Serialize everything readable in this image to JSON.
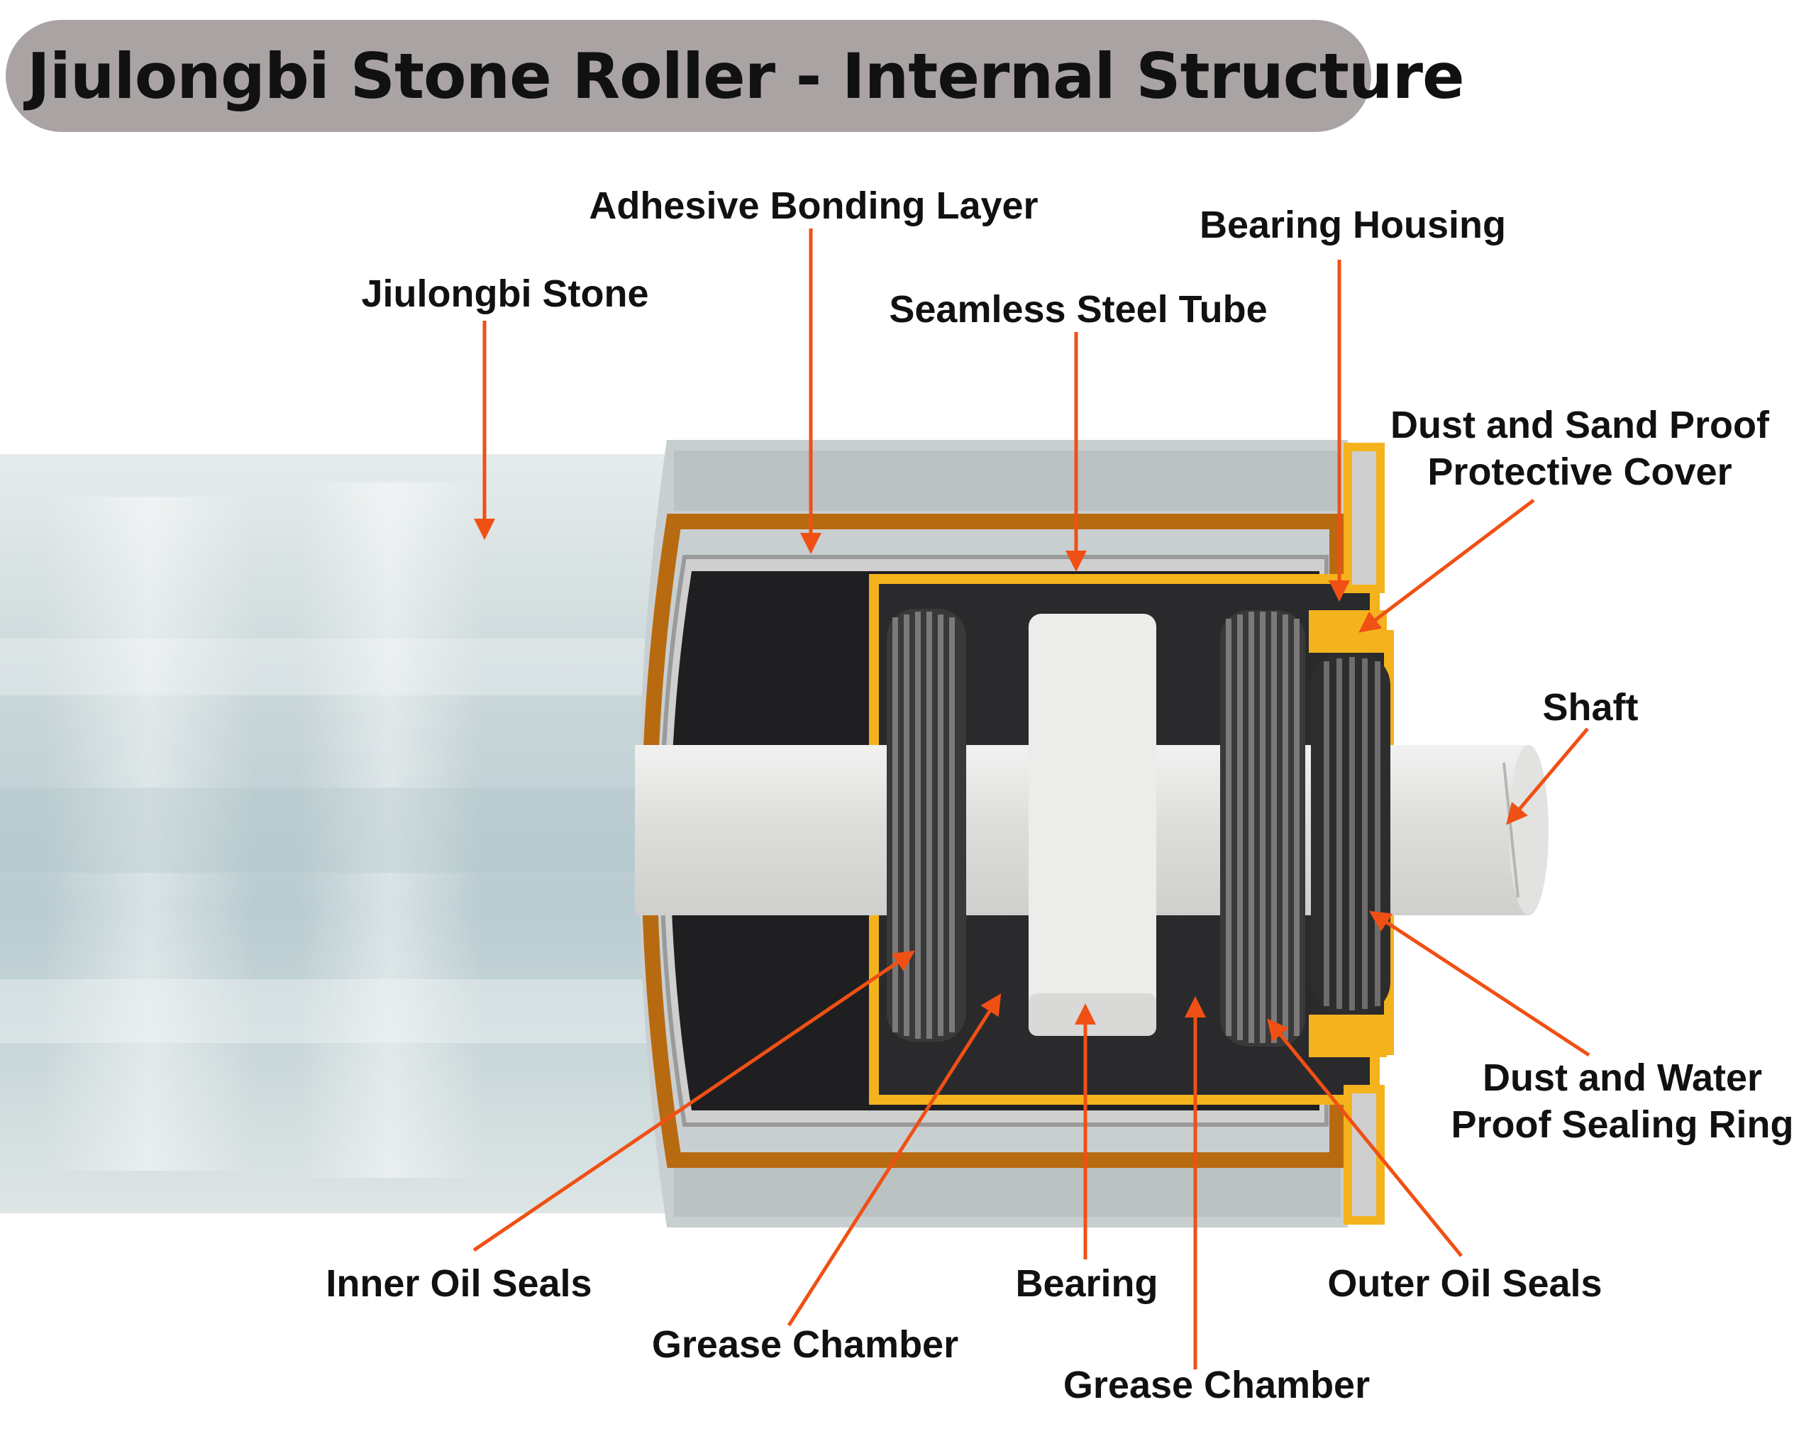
{
  "title": "Jiulongbi Stone Roller - Internal Structure",
  "colors": {
    "title_bg": "#a9a4a3",
    "leader_arrow": "#f05014",
    "adhesive_layer": "#b86a10",
    "steel_tube_outline": "#f2a91c",
    "bearing_housing": "#f4b21d",
    "oil_seal": "#5a5858",
    "bearing": "#e8e8e6",
    "stone": "#c9d6d8"
  },
  "labels": {
    "adhesive_bonding_layer": "Adhesive Bonding Layer",
    "bearing_housing": "Bearing Housing",
    "jiulongbi_stone": "Jiulongbi Stone",
    "seamless_steel_tube": "Seamless Steel Tube",
    "dust_sand_cover_line1": "Dust and Sand Proof",
    "dust_sand_cover_line2": "Protective Cover",
    "shaft": "Shaft",
    "dust_water_ring_line1": "Dust and Water",
    "dust_water_ring_line2": "Proof Sealing Ring",
    "inner_oil_seals": "Inner Oil Seals",
    "grease_chamber_left": "Grease Chamber",
    "bearing": "Bearing",
    "grease_chamber_right": "Grease Chamber",
    "outer_oil_seals": "Outer Oil Seals"
  }
}
